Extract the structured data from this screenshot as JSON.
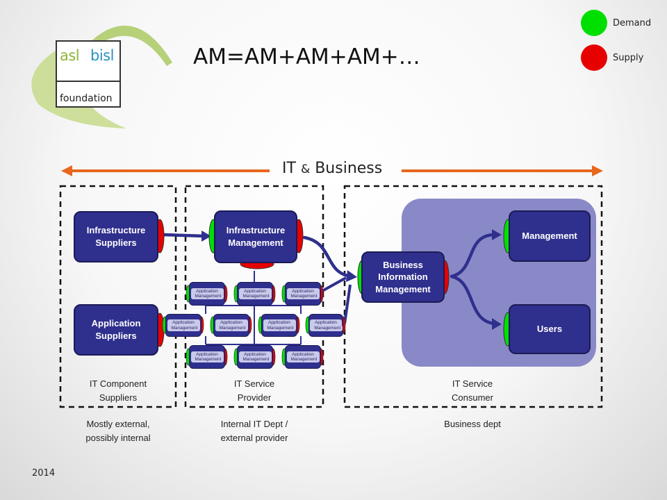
{
  "logo": {
    "asl": "asl",
    "bisl": "bisl",
    "foundation": "foundation"
  },
  "title": "AM=AM+AM+AM+…",
  "legend": {
    "demand": "Demand",
    "supply": "Supply",
    "demand_color": "#00e000",
    "supply_color": "#e60000"
  },
  "banner": {
    "it": "IT",
    "amp": "&",
    "business": "Business",
    "arrow_color": "#e8661e"
  },
  "nodes": {
    "infra_suppliers": [
      "Infrastructure",
      "Suppliers"
    ],
    "app_suppliers": [
      "Application",
      "Suppliers"
    ],
    "infra_mgmt": [
      "Infrastructure",
      "Management"
    ],
    "bim": [
      "Business",
      "Information",
      "Management"
    ],
    "management": "Management",
    "users": "Users",
    "app_mgmt": [
      "Application",
      "Management"
    ]
  },
  "captions": {
    "component": [
      "IT Component",
      "Suppliers"
    ],
    "provider": [
      "IT Service",
      "Provider"
    ],
    "consumer": [
      "IT Service",
      "Consumer"
    ],
    "component_sub": [
      "Mostly external,",
      "possibly internal"
    ],
    "provider_sub": [
      "Internal IT Dept /",
      "external provider"
    ],
    "consumer_sub": "Business dept"
  },
  "year": "2014"
}
